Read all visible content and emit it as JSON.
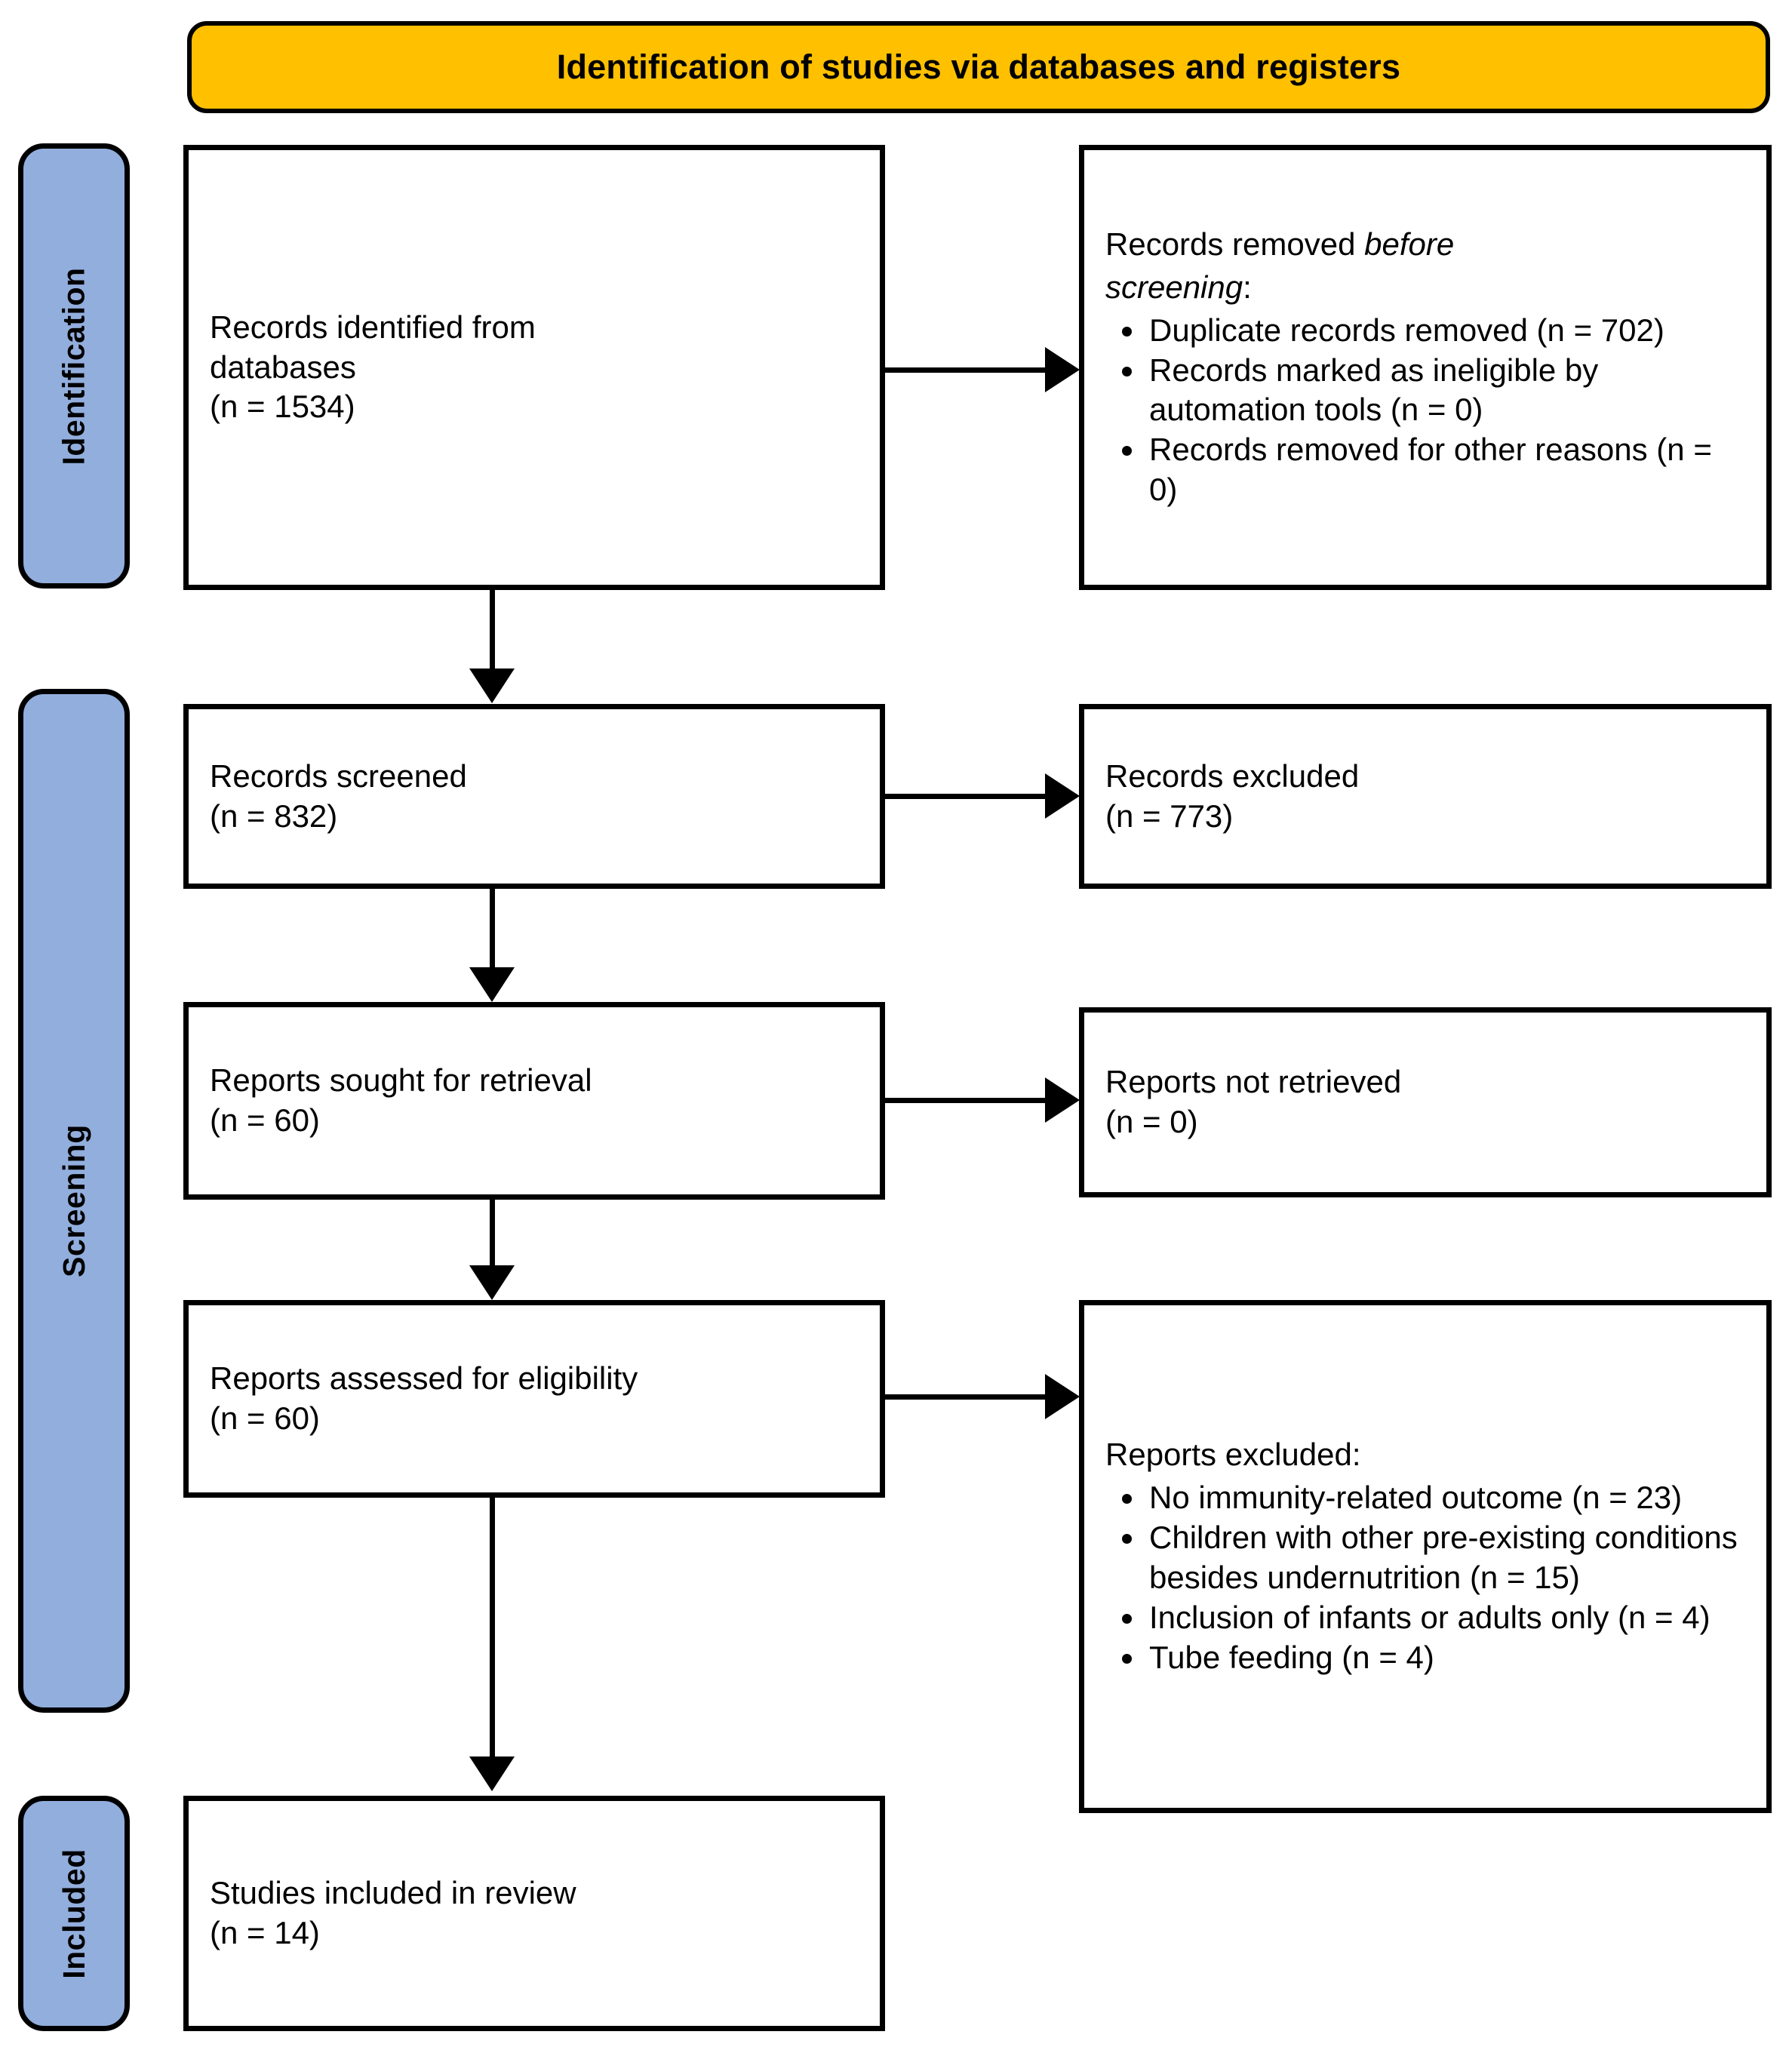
{
  "banner": {
    "title": "Identification of studies via databases and registers",
    "color": "#FFC000"
  },
  "stages": {
    "color": "#92AEDD",
    "identification": "Identification",
    "screening": "Screening",
    "included": "Included"
  },
  "boxes": {
    "identified": {
      "line1": "Records identified from",
      "line2": "databases",
      "line3": "(n = 1534)"
    },
    "removed": {
      "lead_plain": "Records removed ",
      "lead_italic_1": "before",
      "lead_italic_2": "screening",
      "lead_colon": ":",
      "bullets": [
        "Duplicate records removed (n = 702)",
        "Records marked as ineligible by automation tools (n = 0)",
        "Records removed for other reasons (n = 0)"
      ]
    },
    "screened": {
      "line1": "Records screened",
      "line2": "(n = 832)"
    },
    "excluded": {
      "line1": "Records excluded",
      "line2": "(n = 773)"
    },
    "sought": {
      "line1": "Reports sought for retrieval",
      "line2": "(n = 60)"
    },
    "not_retrieved": {
      "line1": "Reports not retrieved",
      "line2": "(n = 0)"
    },
    "assessed": {
      "line1": "Reports assessed for eligibility",
      "line2": "(n = 60)"
    },
    "reports_excluded": {
      "lead": "Reports excluded:",
      "bullets": [
        "No immunity-related outcome (n = 23)",
        "Children with other pre-existing conditions besides undernutrition (n = 15)",
        "Inclusion of infants or adults only (n = 4)",
        "Tube feeding (n = 4)"
      ]
    },
    "included": {
      "line1": "Studies included in review",
      "line2": "(n = 14)"
    }
  },
  "counts": {
    "records_identified": 1534,
    "duplicates_removed": 702,
    "ineligible_automation": 0,
    "removed_other": 0,
    "records_screened": 832,
    "records_excluded": 773,
    "reports_sought": 60,
    "reports_not_retrieved": 0,
    "reports_assessed": 60,
    "excl_no_immunity_outcome": 23,
    "excl_other_conditions": 15,
    "excl_infants_adults": 4,
    "excl_tube_feeding": 4,
    "studies_included": 14
  }
}
